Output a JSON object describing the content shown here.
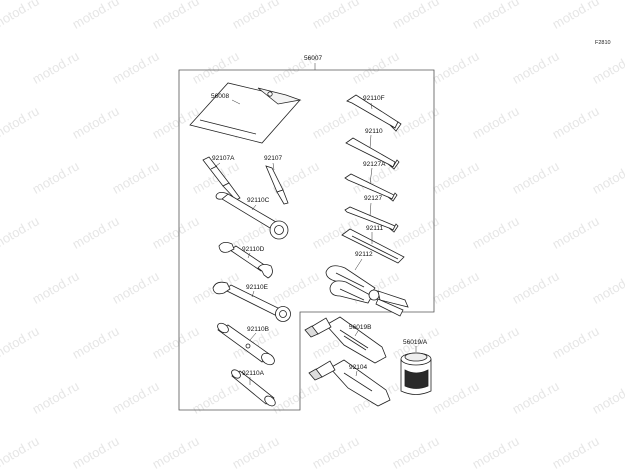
{
  "figure_code": "F2810",
  "watermark_text": "motod.ru",
  "colors": {
    "line": "#222222",
    "frame": "#555555",
    "watermark": "#e6e6e6"
  },
  "parts": {
    "kit": "56007",
    "tool_bag": "56008",
    "driver_a": "92107A",
    "driver": "92107",
    "wrench_c": "92110C",
    "wrench_d": "92110D",
    "wrench_e": "92110E",
    "box_b": "92110B",
    "box_a": "92110A",
    "hex_f": "92110F",
    "hex_10": "92110",
    "hex_127a": "92127A",
    "hex_127": "92127",
    "handle": "92111",
    "pliers": "92112",
    "grease_b": "56019B",
    "grease_a": "56019/A",
    "grease_104": "92104"
  }
}
